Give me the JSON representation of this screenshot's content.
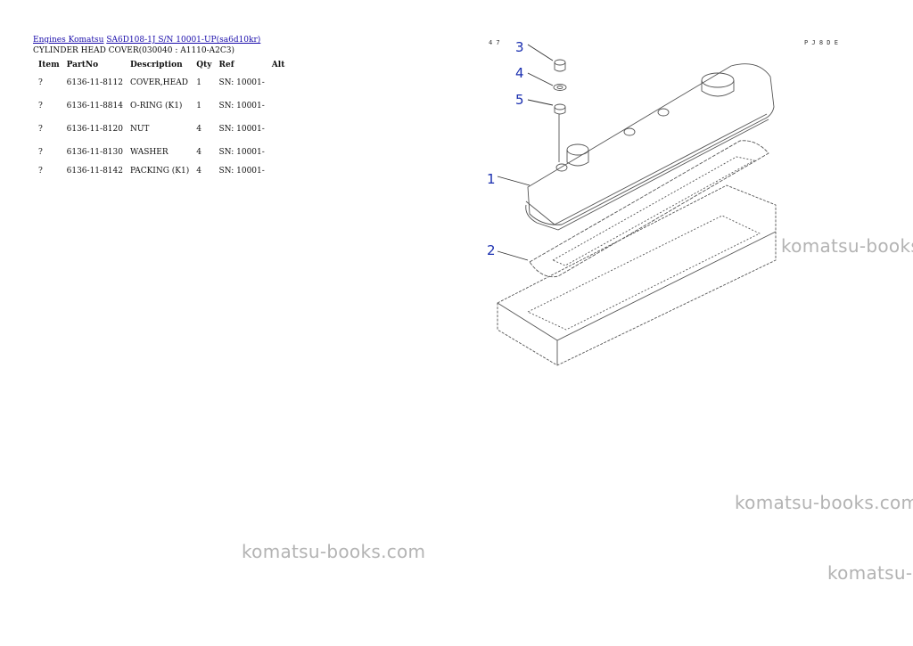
{
  "breadcrumb": {
    "link1": "Engines Komatsu",
    "link2": "SA6D108-1J S/N 10001-UP(sa6d10kr)"
  },
  "page_title": "CYLINDER HEAD COVER(030040 : A1110-A2C3)",
  "table": {
    "headers": {
      "item": "Item",
      "partno": "PartNo",
      "description": "Description",
      "qty": "Qty",
      "ref": "Ref",
      "alt": "Alt"
    },
    "rows": [
      {
        "item": "?",
        "partno": "6136-11-8112",
        "description": "COVER,HEAD",
        "qty": "1",
        "ref": "SN: 10001-",
        "alt": ""
      },
      {
        "item": "?",
        "partno": "6136-11-8814",
        "description": "O-RING (K1)",
        "qty": "1",
        "ref": "SN: 10001-",
        "alt": ""
      },
      {
        "item": "?",
        "partno": "6136-11-8120",
        "description": "NUT",
        "qty": "4",
        "ref": "SN: 10001-",
        "alt": ""
      },
      {
        "item": "?",
        "partno": "6136-11-8130",
        "description": "WASHER",
        "qty": "4",
        "ref": "SN: 10001-",
        "alt": ""
      },
      {
        "item": "?",
        "partno": "6136-11-8142",
        "description": "PACKING (K1)",
        "qty": "4",
        "ref": "SN: 10001-",
        "alt": ""
      }
    ]
  },
  "diagram": {
    "top_left_code": "4 7",
    "top_right_code": "P J 8 D E",
    "callouts": [
      "3",
      "4",
      "5",
      "1",
      "2"
    ]
  },
  "watermarks": [
    "komatsu-books.com",
    "komatsu-books.com",
    "komatsu-books.com",
    "komatsu-books.com"
  ],
  "colors": {
    "link": "#1a0dab",
    "callout": "#1a2fb0",
    "watermark": "#b3b3b3"
  }
}
